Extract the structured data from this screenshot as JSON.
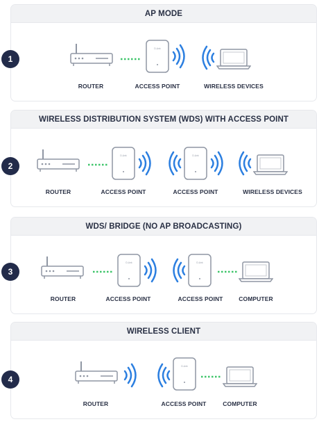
{
  "sections": [
    {
      "number": "1",
      "title": "AP MODE",
      "labels": [
        "ROUTER",
        "ACCESS POINT",
        "WIRELESS DEVICES"
      ]
    },
    {
      "number": "2",
      "title": "WIRELESS DISTRIBUTION SYSTEM (WDS) WITH ACCESS POINT",
      "labels": [
        "ROUTER",
        "ACCESS POINT",
        "ACCESS POINT",
        "WIRELESS DEVICES"
      ]
    },
    {
      "number": "3",
      "title": "WDS/ BRIDGE (NO AP BROADCASTING)",
      "labels": [
        "ROUTER",
        "ACCESS POINT",
        "ACCESS POINT",
        "COMPUTER"
      ]
    },
    {
      "number": "4",
      "title": "WIRELESS CLIENT",
      "labels": [
        "ROUTER",
        "ACCESS POINT",
        "COMPUTER"
      ]
    }
  ],
  "device_brand": "D-Link",
  "colors": {
    "wave": "#2c7fe0",
    "link_dots": "#3ec56a",
    "badge": "#222b4a",
    "device_stroke": "#8f96a3",
    "header_bg": "#f1f2f4"
  },
  "icons": [
    "router-icon",
    "access-point-icon",
    "laptop-icon",
    "wifi-wave-icon"
  ]
}
